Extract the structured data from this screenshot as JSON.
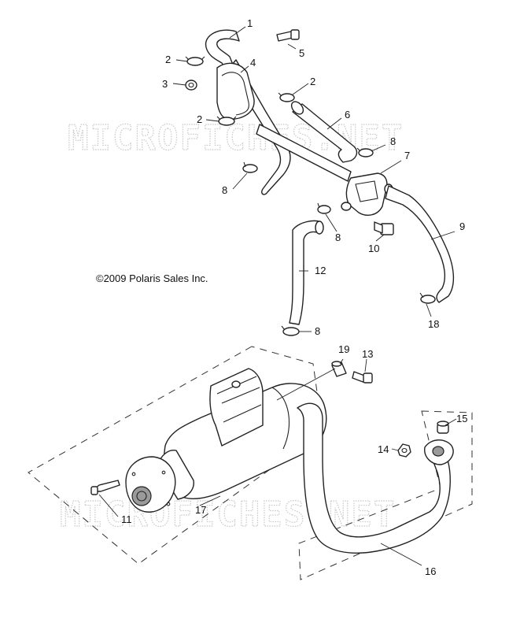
{
  "watermark": {
    "top": "MICROFICHES.NET",
    "bottom": "MICROFICHES.NET"
  },
  "copyright": "©2009 Polaris Sales Inc.",
  "callouts": [
    "1",
    "5",
    "2",
    "3",
    "4",
    "2",
    "2",
    "6",
    "8",
    "7",
    "8",
    "8",
    "9",
    "10",
    "12",
    "18",
    "8",
    "19",
    "13",
    "15",
    "14",
    "11",
    "17",
    "16"
  ]
}
